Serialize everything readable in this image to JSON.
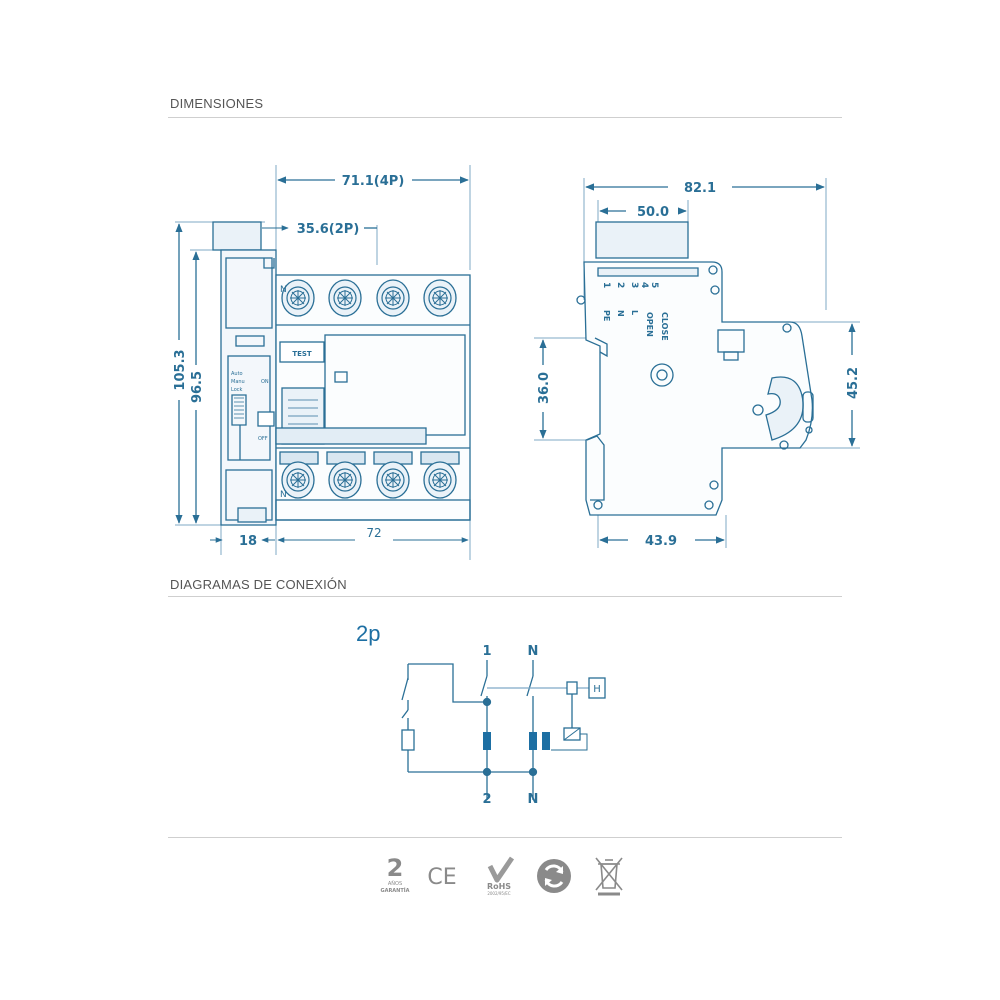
{
  "sections": {
    "dimensions_title": "DIMENSIONES",
    "connection_title": "DIAGRAMAS DE CONEXIÓN"
  },
  "front_view": {
    "dim_width_4p": "71.1(4P)",
    "dim_width_2p": "35.6(2P)",
    "dim_total_height": "105.3",
    "dim_body_height": "96.5",
    "dim_depth_left": "18",
    "dim_module_width": "72",
    "test_button": "TEST",
    "terminal_top": "N",
    "terminal_bottom": "N",
    "auto_label": "Auto",
    "manu_label": "Manu",
    "lock_label": "Lock",
    "on_label": "ON",
    "off_label": "OFF"
  },
  "side_view": {
    "dim_total_width": "82.1",
    "dim_top_width": "50.0",
    "dim_rail_height": "36.0",
    "dim_body_height": "45.2",
    "dim_bottom_width": "43.9",
    "aux_labels": [
      "5",
      "4",
      "3",
      "2",
      "1"
    ],
    "aux_marks": [
      "CLOSE",
      "OPEN",
      "L",
      "N",
      "PE"
    ]
  },
  "connection": {
    "poles": "2p",
    "top_terminals": [
      "1",
      "N"
    ],
    "bottom_terminals": [
      "2",
      "N"
    ],
    "relay_label": "H"
  },
  "certifications": {
    "warranty_years": "2",
    "warranty_word_top": "AÑOS",
    "warranty_word_bottom": "GARANTÍA",
    "ce_mark": "CE",
    "rohs_label": "RoHS",
    "rohs_code": "2002/95/EC"
  },
  "colors": {
    "line_primary": "#2a6f96",
    "line_light": "#7fa9c6",
    "fill_light": "#e9f1f7",
    "text_gray": "#555555",
    "cert_gray": "#8a8a8a"
  }
}
